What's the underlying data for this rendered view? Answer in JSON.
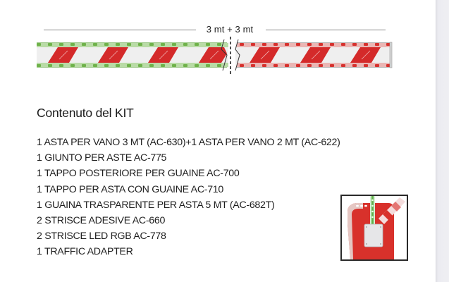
{
  "diagram": {
    "dimension_label": "3 mt + 3 mt",
    "left_segment": {
      "led_color": "#7fbf5a",
      "stripe_color": "#d42a2a"
    },
    "right_segment": {
      "led_color": "#d83a3a",
      "stripe_color": "#d42a2a"
    }
  },
  "kit": {
    "heading": "Contenuto del KIT",
    "items": [
      "1 ASTA PER VANO 3 MT (AC-630)+1 ASTA PER VANO 2 MT (AC-622)",
      "1 GIUNTO PER ASTE AC-775",
      "1 TAPPO POSTERIORE PER GUAINE AC-700",
      "1 TAPPO PER ASTA CON GUAINE AC-710",
      "1 GUAINA TRASPARENTE PER ASTA 5 MT (AC-682T)",
      "2 STRISCE ADESIVE AC-660",
      "2 STRISCE LED RGB AC-778",
      "1 TRAFFIC ADAPTER"
    ]
  },
  "thumbnail": {
    "subject": "barrier-cabinet-with-led-boom",
    "cabinet_color": "#d8312b"
  }
}
